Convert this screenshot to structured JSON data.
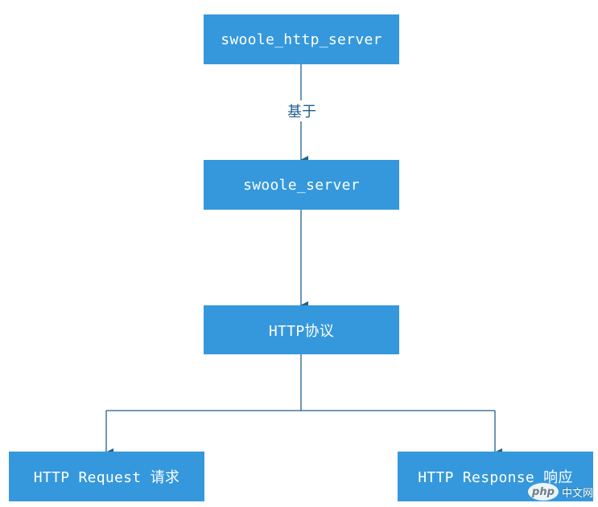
{
  "colors": {
    "node_fill": "#3598dc",
    "node_text": "#ffffff",
    "connector": "#1f5f8b",
    "background": "#ffffff"
  },
  "nodes": {
    "http_server": "swoole_http_server",
    "server": "swoole_server",
    "protocol": "HTTP协议",
    "request": "HTTP Request 请求",
    "response": "HTTP Response 响应"
  },
  "edges": {
    "based_on_label": "基于"
  },
  "watermark": {
    "logo": "php",
    "site": "中文网"
  }
}
